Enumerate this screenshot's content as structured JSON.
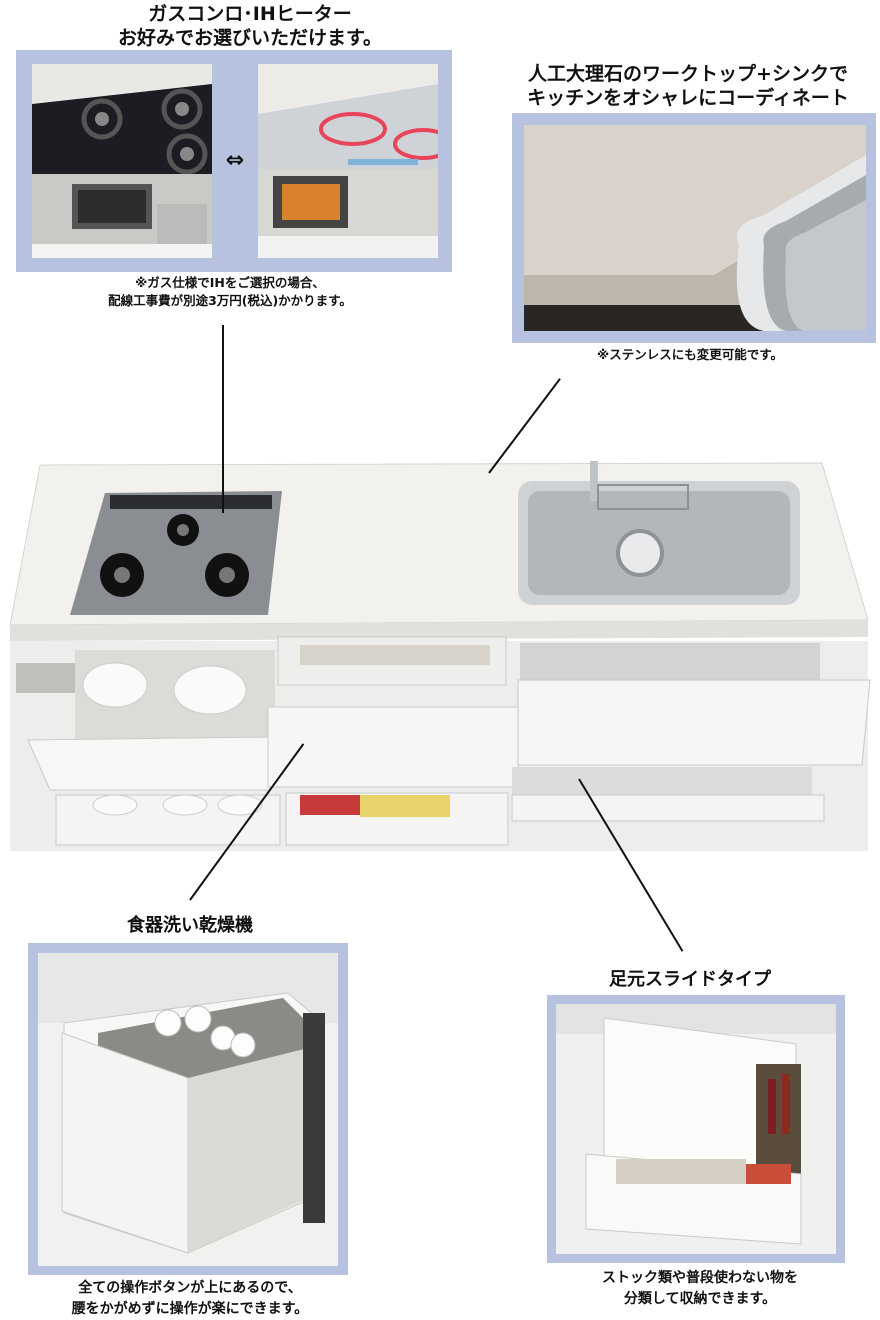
{
  "stove": {
    "title_line1": "ガスコンロ･IHヒーター",
    "title_line2": "お好みでお選びいただけます。",
    "swap_icon": "⇔",
    "note_line1": "※ガス仕様でIHをご選択の場合、",
    "note_line2": "配線工事費が別途3万円(税込)かかります。"
  },
  "worktop": {
    "title_line1": "人工大理石のワークトップ+シンクで",
    "title_line2": "キッチンをオシャレにコーディネート",
    "note": "※ステンレスにも変更可能です。"
  },
  "dishwasher": {
    "title": "食器洗い乾燥機",
    "caption_line1": "全ての操作ボタンが上にあるので、",
    "caption_line2": "腰をかがめずに操作が楽にできます。"
  },
  "drawer": {
    "title": "足元スライドタイプ",
    "caption_line1": "ストック類や普段使わない物を",
    "caption_line2": "分類して収納できます。"
  },
  "colors": {
    "frame": "#b7c2e0",
    "text": "#111111",
    "countertop": "#f2f1ee",
    "stainless": "#c9ccd0",
    "ih_glow": "#e8445a"
  }
}
